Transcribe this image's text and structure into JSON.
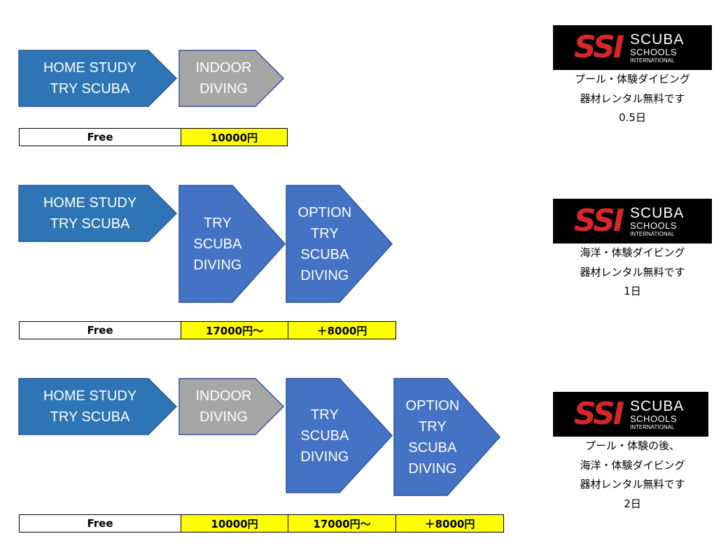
{
  "colors": {
    "blue_dark": "#2e75b6",
    "blue": "#4472c4",
    "gray": "#a6a6a6",
    "outline": "#2f5597",
    "price_highlight": "#ffff00",
    "logo_red": "#d9262b"
  },
  "rows": [
    {
      "steps": [
        {
          "lines": [
            "HOME STUDY",
            "TRY SCUBA"
          ],
          "color": "blue_dark"
        },
        {
          "lines": [
            "INDOOR",
            "DIVING"
          ],
          "color": "gray"
        }
      ],
      "prices": [
        {
          "label": "Free",
          "highlight": false
        },
        {
          "label": "10000円",
          "highlight": true
        }
      ],
      "logo": {
        "mark": "SSI",
        "line1": "SCUBA",
        "line2": "SCHOOLS",
        "line3": "INTERNATIONAL",
        "icon": "ssi-logo-icon"
      },
      "caption": [
        "プール・体験ダイビング",
        "器材レンタル無料です",
        "0.5日"
      ]
    },
    {
      "steps": [
        {
          "lines": [
            "HOME STUDY",
            "TRY SCUBA"
          ],
          "color": "blue_dark"
        },
        {
          "lines": [
            "TRY",
            "SCUBA",
            "DIVING"
          ],
          "color": "blue"
        },
        {
          "lines": [
            "OPTION",
            "TRY",
            "SCUBA",
            "DIVING"
          ],
          "color": "blue"
        }
      ],
      "prices": [
        {
          "label": "Free",
          "highlight": false
        },
        {
          "label": "17000円～",
          "highlight": true
        },
        {
          "label": "＋8000円",
          "highlight": true
        }
      ],
      "logo": {
        "mark": "SSI",
        "line1": "SCUBA",
        "line2": "SCHOOLS",
        "line3": "INTERNATIONAL",
        "icon": "ssi-logo-icon"
      },
      "caption": [
        "海洋・体験ダイビング",
        "器材レンタル無料です",
        "1日"
      ]
    },
    {
      "steps": [
        {
          "lines": [
            "HOME STUDY",
            "TRY SCUBA"
          ],
          "color": "blue_dark"
        },
        {
          "lines": [
            "INDOOR",
            "DIVING"
          ],
          "color": "gray"
        },
        {
          "lines": [
            "TRY",
            "SCUBA",
            "DIVING"
          ],
          "color": "blue"
        },
        {
          "lines": [
            "OPTION",
            "TRY",
            "SCUBA",
            "DIVING"
          ],
          "color": "blue"
        }
      ],
      "prices": [
        {
          "label": "Free",
          "highlight": false
        },
        {
          "label": "10000円",
          "highlight": true
        },
        {
          "label": "17000円～",
          "highlight": true
        },
        {
          "label": "＋8000円",
          "highlight": true
        }
      ],
      "logo": {
        "mark": "SSI",
        "line1": "SCUBA",
        "line2": "SCHOOLS",
        "line3": "INTERNATIONAL",
        "icon": "ssi-logo-icon"
      },
      "caption": [
        "プール・体験の後、",
        "海洋・体験ダイビング",
        "器材レンタル無料です",
        "2日"
      ]
    }
  ]
}
